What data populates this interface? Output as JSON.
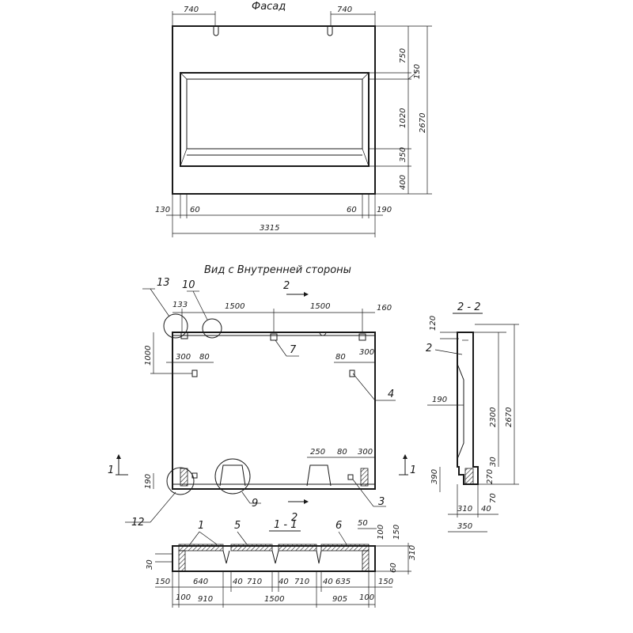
{
  "facade": {
    "title": "Фасад",
    "dims": {
      "top_left": "740",
      "top_right": "740",
      "v750": "750",
      "v150": "150",
      "v1020": "1020",
      "v350": "350",
      "v400": "400",
      "v2670": "2670",
      "b130": "130",
      "b60a": "60",
      "b60b": "60",
      "b190": "190",
      "b3315": "3315"
    }
  },
  "inner_view": {
    "title": "Вид с Внутренней стороны",
    "callouts": {
      "c13": "13",
      "c10": "10",
      "c7": "7",
      "c4": "4",
      "c3": "3",
      "c9": "9",
      "c12": "12"
    },
    "section_marks": {
      "s2top": "2",
      "s2bot": "2",
      "s1left": "1",
      "s1right": "1"
    },
    "dims": {
      "d133": "133",
      "d1500a": "1500",
      "d1500b": "1500",
      "d160": "160",
      "d1000": "1000",
      "d300a": "300",
      "d80a": "80",
      "d80b": "80",
      "d300b": "300",
      "d250": "250",
      "d80c": "80",
      "d300c": "300",
      "d190": "190"
    }
  },
  "section_2_2": {
    "title": "2 - 2",
    "label_2": "2",
    "dims": {
      "d120": "120",
      "d190": "190",
      "d2300": "2300",
      "d2670": "2670",
      "d30": "30",
      "d390": "390",
      "d270": "270",
      "d70": "70",
      "d310": "310",
      "d40": "40",
      "d350": "350"
    }
  },
  "section_1_1": {
    "title": "1 - 1",
    "callouts": {
      "c1": "1",
      "c5": "5",
      "c6": "6"
    },
    "dims": {
      "d50": "50",
      "d100a": "100",
      "d150a": "150",
      "d30": "30",
      "d60": "60",
      "d310": "310",
      "d150l": "150",
      "d640": "640",
      "d40a": "40",
      "d710a": "710",
      "d40b": "40",
      "d710b": "710",
      "d40c": "40",
      "d635": "635",
      "d150r": "150",
      "d100l": "100",
      "d910": "910",
      "d1500": "1500",
      "d905": "905",
      "d100r": "100"
    }
  }
}
